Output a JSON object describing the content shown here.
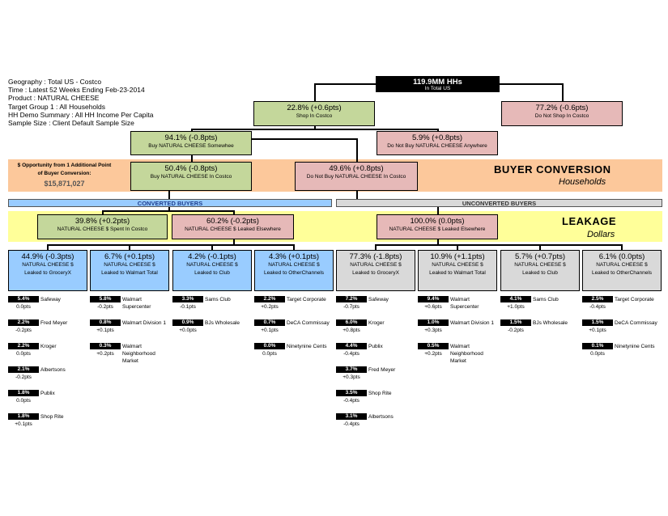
{
  "info": [
    "Geography : Total US - Costco",
    "Time : Latest 52 Weeks Ending Feb-23-2014",
    "Product : NATURAL CHEESE",
    "Target Group 1 : All Households",
    "HH Demo Summary : All HH Income Per Capita",
    "Sample Size : Client Default Sample Size"
  ],
  "total": {
    "value": "119.9MM HHs",
    "label": "In Total US"
  },
  "shop": {
    "value": "22.8% (+0.6pts)",
    "label": "Shop In Costco"
  },
  "noshop": {
    "value": "77.2% (-0.6pts)",
    "label": "Do Not Shop In Costco"
  },
  "buy_some": {
    "value": "94.1% (-0.8pts)",
    "label": "Buy NATURAL CHEESE Somewhee"
  },
  "nobuy_any": {
    "value": "5.9% (+0.8pts)",
    "label": "Do Not Buy NATURAL CHEESE Anywhere"
  },
  "buy_costco": {
    "value": "50.4% (-0.8pts)",
    "label": "Buy NATURAL CHEESE In Costco"
  },
  "nobuy_costco": {
    "value": "49.6% (+0.8pts)",
    "label": "Do Not Buy NATURAL CHEESE In Costco"
  },
  "opportunity": {
    "line1": "$ Opportunity from 1 Additional Point",
    "line2": "of Buyer Conversion:",
    "value": "$15,871,027"
  },
  "buyer_conversion": {
    "title": "BUYER CONVERSION",
    "subtitle": "Households"
  },
  "leakage": {
    "title": "LEAKAGE",
    "subtitle": "Dollars"
  },
  "converted_label": "CONVERTED BUYERS",
  "unconverted_label": "UNCONVERTED BUYERS",
  "spent": {
    "value": "39.8% (+0.2pts)",
    "label": "NATURAL CHEESE $ Spent In Costco"
  },
  "leaked": {
    "value": "60.2% (-0.2pts)",
    "label": "NATURAL CHEESE $ Leaked Elsewhere"
  },
  "leaked_unconv": {
    "value": "100.0% (0.0pts)",
    "label": "NATURAL CHEESE $ Leaked Elsewhere"
  },
  "product_label": "NATURAL CHEESE $",
  "columns": [
    {
      "value": "44.9% (-0.3pts)",
      "label": "Leaked to GroceryX",
      "color": "blue",
      "retailers": [
        [
          "5.4%",
          "0.0pts",
          "Safeway"
        ],
        [
          "2.2%",
          "-0.2pts",
          "Fred Meyer"
        ],
        [
          "2.2%",
          "0.0pts",
          "Kroger"
        ],
        [
          "2.1%",
          "-0.2pts",
          "Albertsons"
        ],
        [
          "1.8%",
          "0.0pts",
          "Publix"
        ],
        [
          "1.8%",
          "+0.1pts",
          "Shop Rite"
        ]
      ]
    },
    {
      "value": "6.7% (+0.1pts)",
      "label": "Leaked to Walmart Total",
      "color": "blue",
      "retailers": [
        [
          "5.8%",
          "-0.2pts",
          "Walmart Supercenter"
        ],
        [
          "0.8%",
          "+0.1pts",
          "Walmart Division 1"
        ],
        [
          "0.3%",
          "+0.2pts",
          "Walmart Neighborhood Market"
        ]
      ]
    },
    {
      "value": "4.2% (-0.1pts)",
      "label": "Leaked to Club",
      "color": "blue",
      "retailers": [
        [
          "3.3%",
          "-0.1pts",
          "Sams Club"
        ],
        [
          "0.9%",
          "+0.0pts",
          "BJs Wholesale"
        ]
      ]
    },
    {
      "value": "4.3% (+0.1pts)",
      "label": "Leaked to OtherChannels",
      "color": "blue",
      "retailers": [
        [
          "2.2%",
          "+0.2pts",
          "Target Corporate"
        ],
        [
          "0.7%",
          "+0.1pts",
          "DeCA Commissay"
        ],
        [
          "0.0%",
          "0.0pts",
          "Ninetynine Cents"
        ]
      ]
    },
    {
      "value": "77.3% (-1.8pts)",
      "label": "Leaked to GroceryX",
      "color": "grey",
      "retailers": [
        [
          "7.2%",
          "-0.7pts",
          "Safeway"
        ],
        [
          "6.0%",
          "+0.8pts",
          "Kroger"
        ],
        [
          "4.4%",
          "-0.4pts",
          "Publix"
        ],
        [
          "3.7%",
          "+0.3pts",
          "Fred Meyer"
        ],
        [
          "3.5%",
          "-0.4pts",
          "Shop Rite"
        ],
        [
          "3.1%",
          "-0.4pts",
          "Albertsons"
        ]
      ]
    },
    {
      "value": "10.9% (+1.1pts)",
      "label": "Leaked to Walmart Total",
      "color": "grey",
      "retailers": [
        [
          "9.4%",
          "+0.6pts",
          "Walmart Supercenter"
        ],
        [
          "1.0%",
          "+0.3pts",
          "Walmart Division 1"
        ],
        [
          "0.5%",
          "+0.2pts",
          "Walmart Neighborhood Market"
        ]
      ]
    },
    {
      "value": "5.7% (+0.7pts)",
      "label": "Leaked to Club",
      "color": "grey",
      "retailers": [
        [
          "4.1%",
          "+1.0pts",
          "Sams Club"
        ],
        [
          "1.5%",
          "-0.2pts",
          "BJs Wholesale"
        ]
      ]
    },
    {
      "value": "6.1% (0.0pts)",
      "label": "Leaked to OtherChannels",
      "color": "grey",
      "retailers": [
        [
          "2.5%",
          "-0.4pts",
          "Target Corporate"
        ],
        [
          "1.5%",
          "+0.1pts",
          "DeCA Commissay"
        ],
        [
          "0.1%",
          "0.0pts",
          "Ninetynine Cents"
        ]
      ]
    }
  ]
}
